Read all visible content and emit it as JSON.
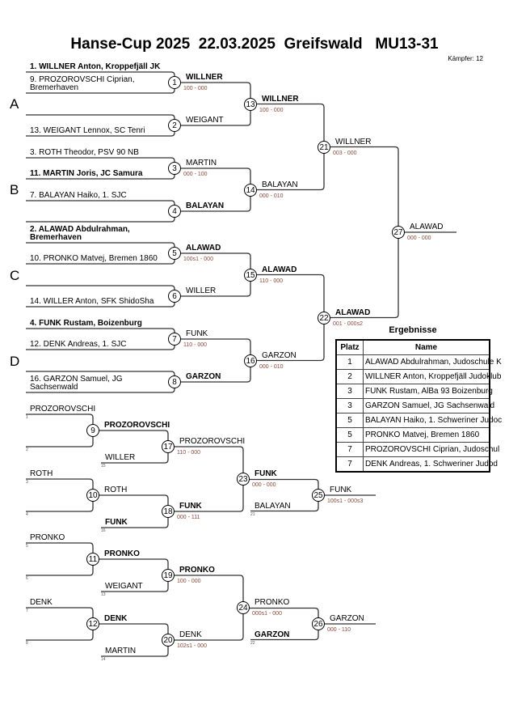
{
  "title": "Hanse-Cup 2025  22.03.2025  Greifswald   MU13-31",
  "fighters": "Kämpfer: 12",
  "groups": [
    "A",
    "B",
    "C",
    "D"
  ],
  "colors": {
    "line": "#333333",
    "score": "#8a4a3a"
  },
  "main": {
    "entries": [
      {
        "text": "1. WILLNER Anton, Kroppefjäll JK",
        "bold": true
      },
      {
        "text": "9. PROZOROVSCHI Ciprian, Bremerhaven",
        "bold": false
      },
      {
        "text": "",
        "bold": false
      },
      {
        "text": "13. WEIGANT Lennox, SC Tenri",
        "bold": false
      },
      {
        "text": "3. ROTH Theodor, PSV 90 NB",
        "bold": false
      },
      {
        "text": "11. MARTIN Joris, JC Samura",
        "bold": true
      },
      {
        "text": "7. BALAYAN Haiko, 1. SJC",
        "bold": false
      },
      {
        "text": "",
        "bold": false
      },
      {
        "text": "2. ALAWAD Abdulrahman, Bremerhaven",
        "bold": true
      },
      {
        "text": "10. PRONKO Matvej, Bremen 1860",
        "bold": false
      },
      {
        "text": "",
        "bold": false
      },
      {
        "text": "14. WILLER Anton, SFK ShidoSha",
        "bold": false
      },
      {
        "text": "4. FUNK Rustam, Boizenburg",
        "bold": true
      },
      {
        "text": "12. DENK Andreas, 1. SJC",
        "bold": false
      },
      {
        "text": "",
        "bold": false
      },
      {
        "text": "16. GARZON Samuel, JG Sachsenwald",
        "bold": false
      }
    ],
    "matches": {
      "1": {
        "winner": "WILLNER",
        "bold": true,
        "score": "100 - 000"
      },
      "2": {
        "winner": "WEIGANT",
        "bold": false,
        "score": ""
      },
      "3": {
        "winner": "MARTIN",
        "bold": false,
        "score": "000 - 100"
      },
      "4": {
        "winner": "BALAYAN",
        "bold": true,
        "score": ""
      },
      "5": {
        "winner": "ALAWAD",
        "bold": true,
        "score": "100s1 - 000"
      },
      "6": {
        "winner": "WILLER",
        "bold": false,
        "score": ""
      },
      "7": {
        "winner": "FUNK",
        "bold": false,
        "score": "110 - 000"
      },
      "8": {
        "winner": "GARZON",
        "bold": true,
        "score": ""
      },
      "13": {
        "winner": "WILLNER",
        "bold": true,
        "score": "100 - 000"
      },
      "14": {
        "winner": "BALAYAN",
        "bold": false,
        "score": "000 - 010"
      },
      "15": {
        "winner": "ALAWAD",
        "bold": true,
        "score": "110 - 000"
      },
      "16": {
        "winner": "GARZON",
        "bold": false,
        "score": "000 - 010"
      },
      "21": {
        "winner": "WILLNER",
        "bold": false,
        "score": "003 - 000"
      },
      "22": {
        "winner": "ALAWAD",
        "bold": true,
        "score": "001 - 000s2"
      },
      "27": {
        "winner": "ALAWAD",
        "bold": false,
        "score": "000 - 000"
      }
    }
  },
  "repechage": {
    "entries": [
      {
        "text": "PROZOROVSCHI",
        "seed": "1",
        "bold": false
      },
      {
        "text": "",
        "seed": "2",
        "bold": false
      },
      {
        "text": "WILLER",
        "seed": "15",
        "bold": false
      },
      {
        "text": "ROTH",
        "seed": "3",
        "bold": false
      },
      {
        "text": "",
        "seed": "4",
        "bold": false
      },
      {
        "text": "FUNK",
        "seed": "16",
        "bold": true
      },
      {
        "text": "BALAYAN",
        "seed": "21",
        "bold": false
      },
      {
        "text": "PRONKO",
        "seed": "5",
        "bold": false
      },
      {
        "text": "",
        "seed": "6",
        "bold": false
      },
      {
        "text": "WEIGANT",
        "seed": "13",
        "bold": false
      },
      {
        "text": "DENK",
        "seed": "7",
        "bold": false
      },
      {
        "text": "",
        "seed": "8",
        "bold": false
      },
      {
        "text": "MARTIN",
        "seed": "14",
        "bold": false
      },
      {
        "text": "GARZON",
        "seed": "22",
        "bold": true
      }
    ],
    "matches": {
      "9": {
        "winner": "PROZOROVSCHI",
        "bold": true,
        "score": ""
      },
      "10": {
        "winner": "ROTH",
        "bold": false,
        "score": ""
      },
      "17": {
        "winner": "PROZOROVSCHI",
        "bold": false,
        "score": "110 - 000"
      },
      "18": {
        "winner": "FUNK",
        "bold": true,
        "score": "000 - 111"
      },
      "23": {
        "winner": "FUNK",
        "bold": true,
        "score": "000 - 000"
      },
      "25": {
        "winner": "FUNK",
        "bold": false,
        "score": "100s1 - 000s3"
      },
      "11": {
        "winner": "PRONKO",
        "bold": true,
        "score": ""
      },
      "12": {
        "winner": "DENK",
        "bold": true,
        "score": ""
      },
      "19": {
        "winner": "PRONKO",
        "bold": true,
        "score": "100 - 000"
      },
      "20": {
        "winner": "DENK",
        "bold": false,
        "score": "102s1 - 000"
      },
      "24": {
        "winner": "PRONKO",
        "bold": false,
        "score": "000s1 - 000"
      },
      "26": {
        "winner": "GARZON",
        "bold": false,
        "score": "000 - 110"
      }
    }
  },
  "results": {
    "title": "Ergebnisse",
    "headers": [
      "Platz",
      "Name"
    ],
    "rows": [
      {
        "place": "1",
        "name": "ALAWAD Abdulrahman, Judoschule K"
      },
      {
        "place": "2",
        "name": "WILLNER Anton, Kroppefjäll Judoklub"
      },
      {
        "place": "3",
        "name": "FUNK Rustam, AlBa 93 Boizenburg"
      },
      {
        "place": "3",
        "name": "GARZON Samuel, JG Sachsenwald"
      },
      {
        "place": "5",
        "name": "BALAYAN Haiko, 1. Schweriner Judoc"
      },
      {
        "place": "5",
        "name": "PRONKO Matvej, Bremen 1860"
      },
      {
        "place": "7",
        "name": "PROZOROVSCHI Ciprian, Judoschul"
      },
      {
        "place": "7",
        "name": "DENK Andreas, 1. Schweriner Judod"
      }
    ]
  }
}
